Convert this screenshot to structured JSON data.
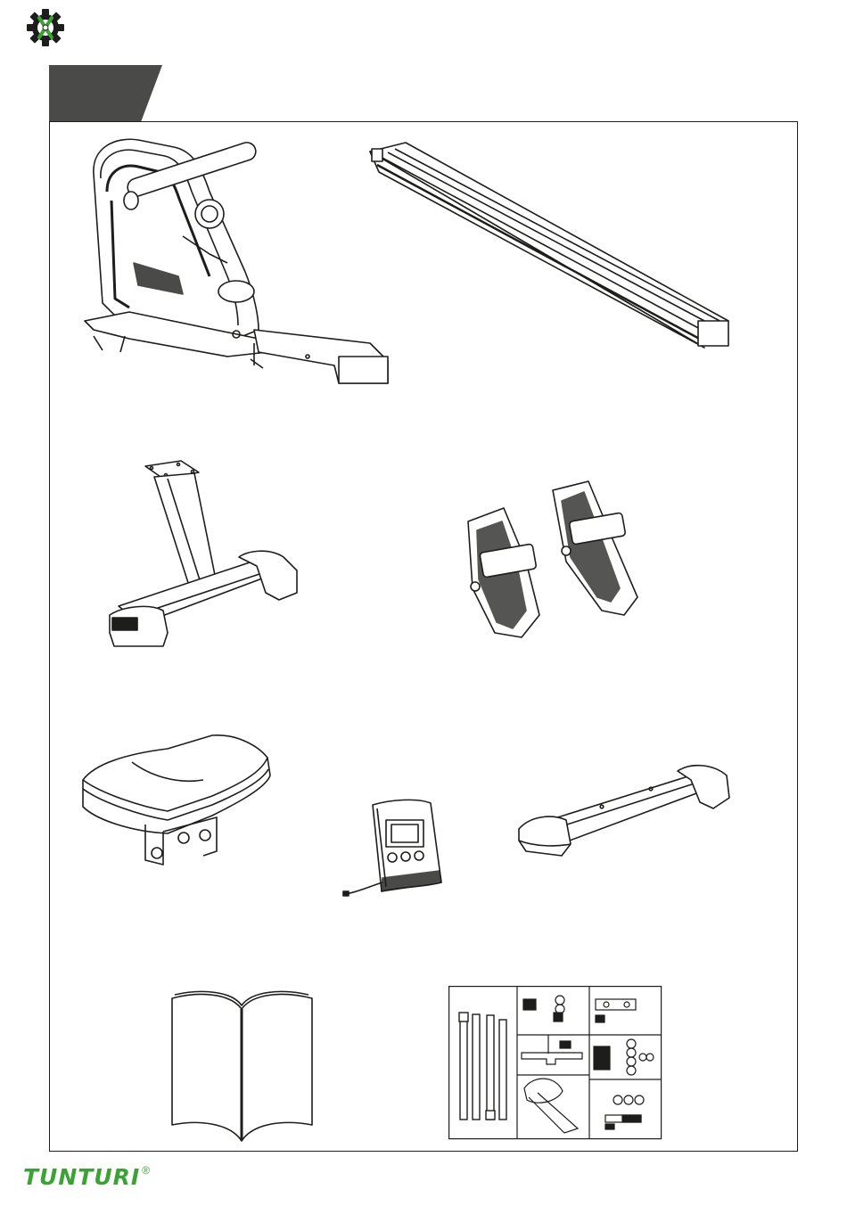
{
  "header": {
    "logo_icon": "gear-with-wrench-icon",
    "section_tab_label": ""
  },
  "parts": [
    {
      "icon": "rower-main-frame-illustration"
    },
    {
      "icon": "rail-beam-illustration"
    },
    {
      "icon": "front-stabilizer-leg-illustration"
    },
    {
      "icon": "pedals-with-straps-illustration"
    },
    {
      "icon": "seat-with-rollers-illustration"
    },
    {
      "icon": "console-computer-illustration"
    },
    {
      "icon": "rear-stabilizer-illustration"
    },
    {
      "icon": "manual-book-illustration"
    },
    {
      "icon": "hardware-pack-illustration"
    }
  ],
  "footer": {
    "brand": "TUNTURI",
    "registered_mark": "®"
  },
  "colors": {
    "brand_green": "#3ba335",
    "tab_gray": "#4a4a49",
    "line": "#1d1d1b"
  }
}
